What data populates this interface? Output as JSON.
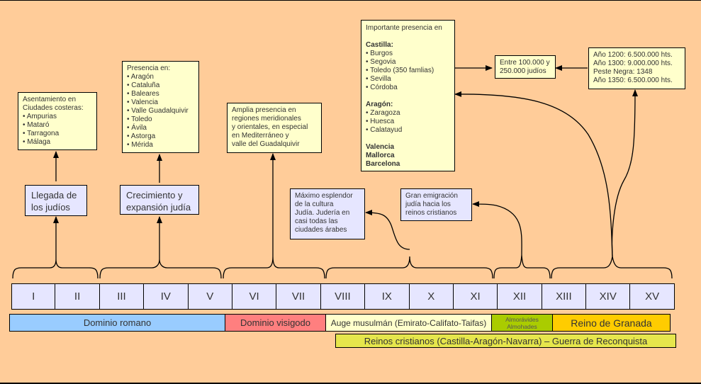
{
  "boxes": {
    "asentamiento": {
      "lines": [
        "Asentamiento en",
        "Ciudades costeras:",
        "• Ampurias",
        "• Mataró",
        "• Tarragona",
        "• Málaga"
      ]
    },
    "presencia": {
      "lines": [
        "Presencia en:",
        "• Aragón",
        "• Cataluña",
        "• Baleares",
        "• Valencia",
        "• Valle Guadalquivir",
        "• Toledo",
        "• Ávila",
        "• Astorga",
        "• Mérida"
      ]
    },
    "amplia": {
      "lines": [
        "Amplia presencia en",
        "regiones meridionales",
        "y orientales, en especial",
        "en Mediterráneo y",
        "valle del Guadalquivir"
      ]
    },
    "importante": {
      "intro": "Importante presencia en",
      "castilla_title": "Castilla:",
      "castilla": [
        "• Burgos",
        "• Segovia",
        "• Toledo (350 famlias)",
        "• Sevilla",
        "• Córdoba"
      ],
      "aragon_title": "Aragón:",
      "aragon": [
        "• Zaragoza",
        "• Huesca",
        "• Calatayud"
      ],
      "others": [
        "Valencia",
        "Mallorca",
        "Barcelona"
      ]
    },
    "poblacion_judia": {
      "lines": [
        "Entre 100.000 y",
        "250.000 judíos"
      ]
    },
    "poblacion_total": {
      "lines": [
        "Año 1200: 6.500.000 hts.",
        "Año 1300: 9.000.000 hts.",
        "Peste Negra: 1348",
        "Año 1350: 6.500.000 hts."
      ]
    },
    "llegada": {
      "lines": [
        "Llegada de",
        "los judíos"
      ]
    },
    "crecimiento": {
      "lines": [
        "Crecimiento y",
        "expansión judía"
      ]
    },
    "maximo": {
      "lines": [
        "Máximo esplendor",
        "de la cultura",
        "Judía. Judería en",
        "casi todas las",
        "ciudades árabes"
      ]
    },
    "emigracion": {
      "lines": [
        "Gran emigración",
        "judía hacia los",
        "reinos cristianos"
      ]
    }
  },
  "centuries": [
    "I",
    "II",
    "III",
    "IV",
    "V",
    "VI",
    "VII",
    "VIII",
    "IX",
    "X",
    "XI",
    "XII",
    "XIII",
    "XIV",
    "XV"
  ],
  "periods": {
    "romano": {
      "label": "Dominio romano",
      "color": "#99ccff"
    },
    "visigodo": {
      "label": "Dominio visigodo",
      "color": "#ff7f7f"
    },
    "musulman": {
      "label": "Auge musulmán (Emirato-Califato-Taifas)",
      "color": "#ffffcc"
    },
    "almoravides": {
      "line1": "Almorávides",
      "line2": "Almohades",
      "color": "#aacc00"
    },
    "granada": {
      "label": "Reino de Granada",
      "color": "#ffcc00"
    },
    "cristianos": {
      "label": "Reinos cristianos (Castilla-Aragón-Navarra) – Guerra de Reconquista",
      "color": "#e6e64c"
    }
  }
}
